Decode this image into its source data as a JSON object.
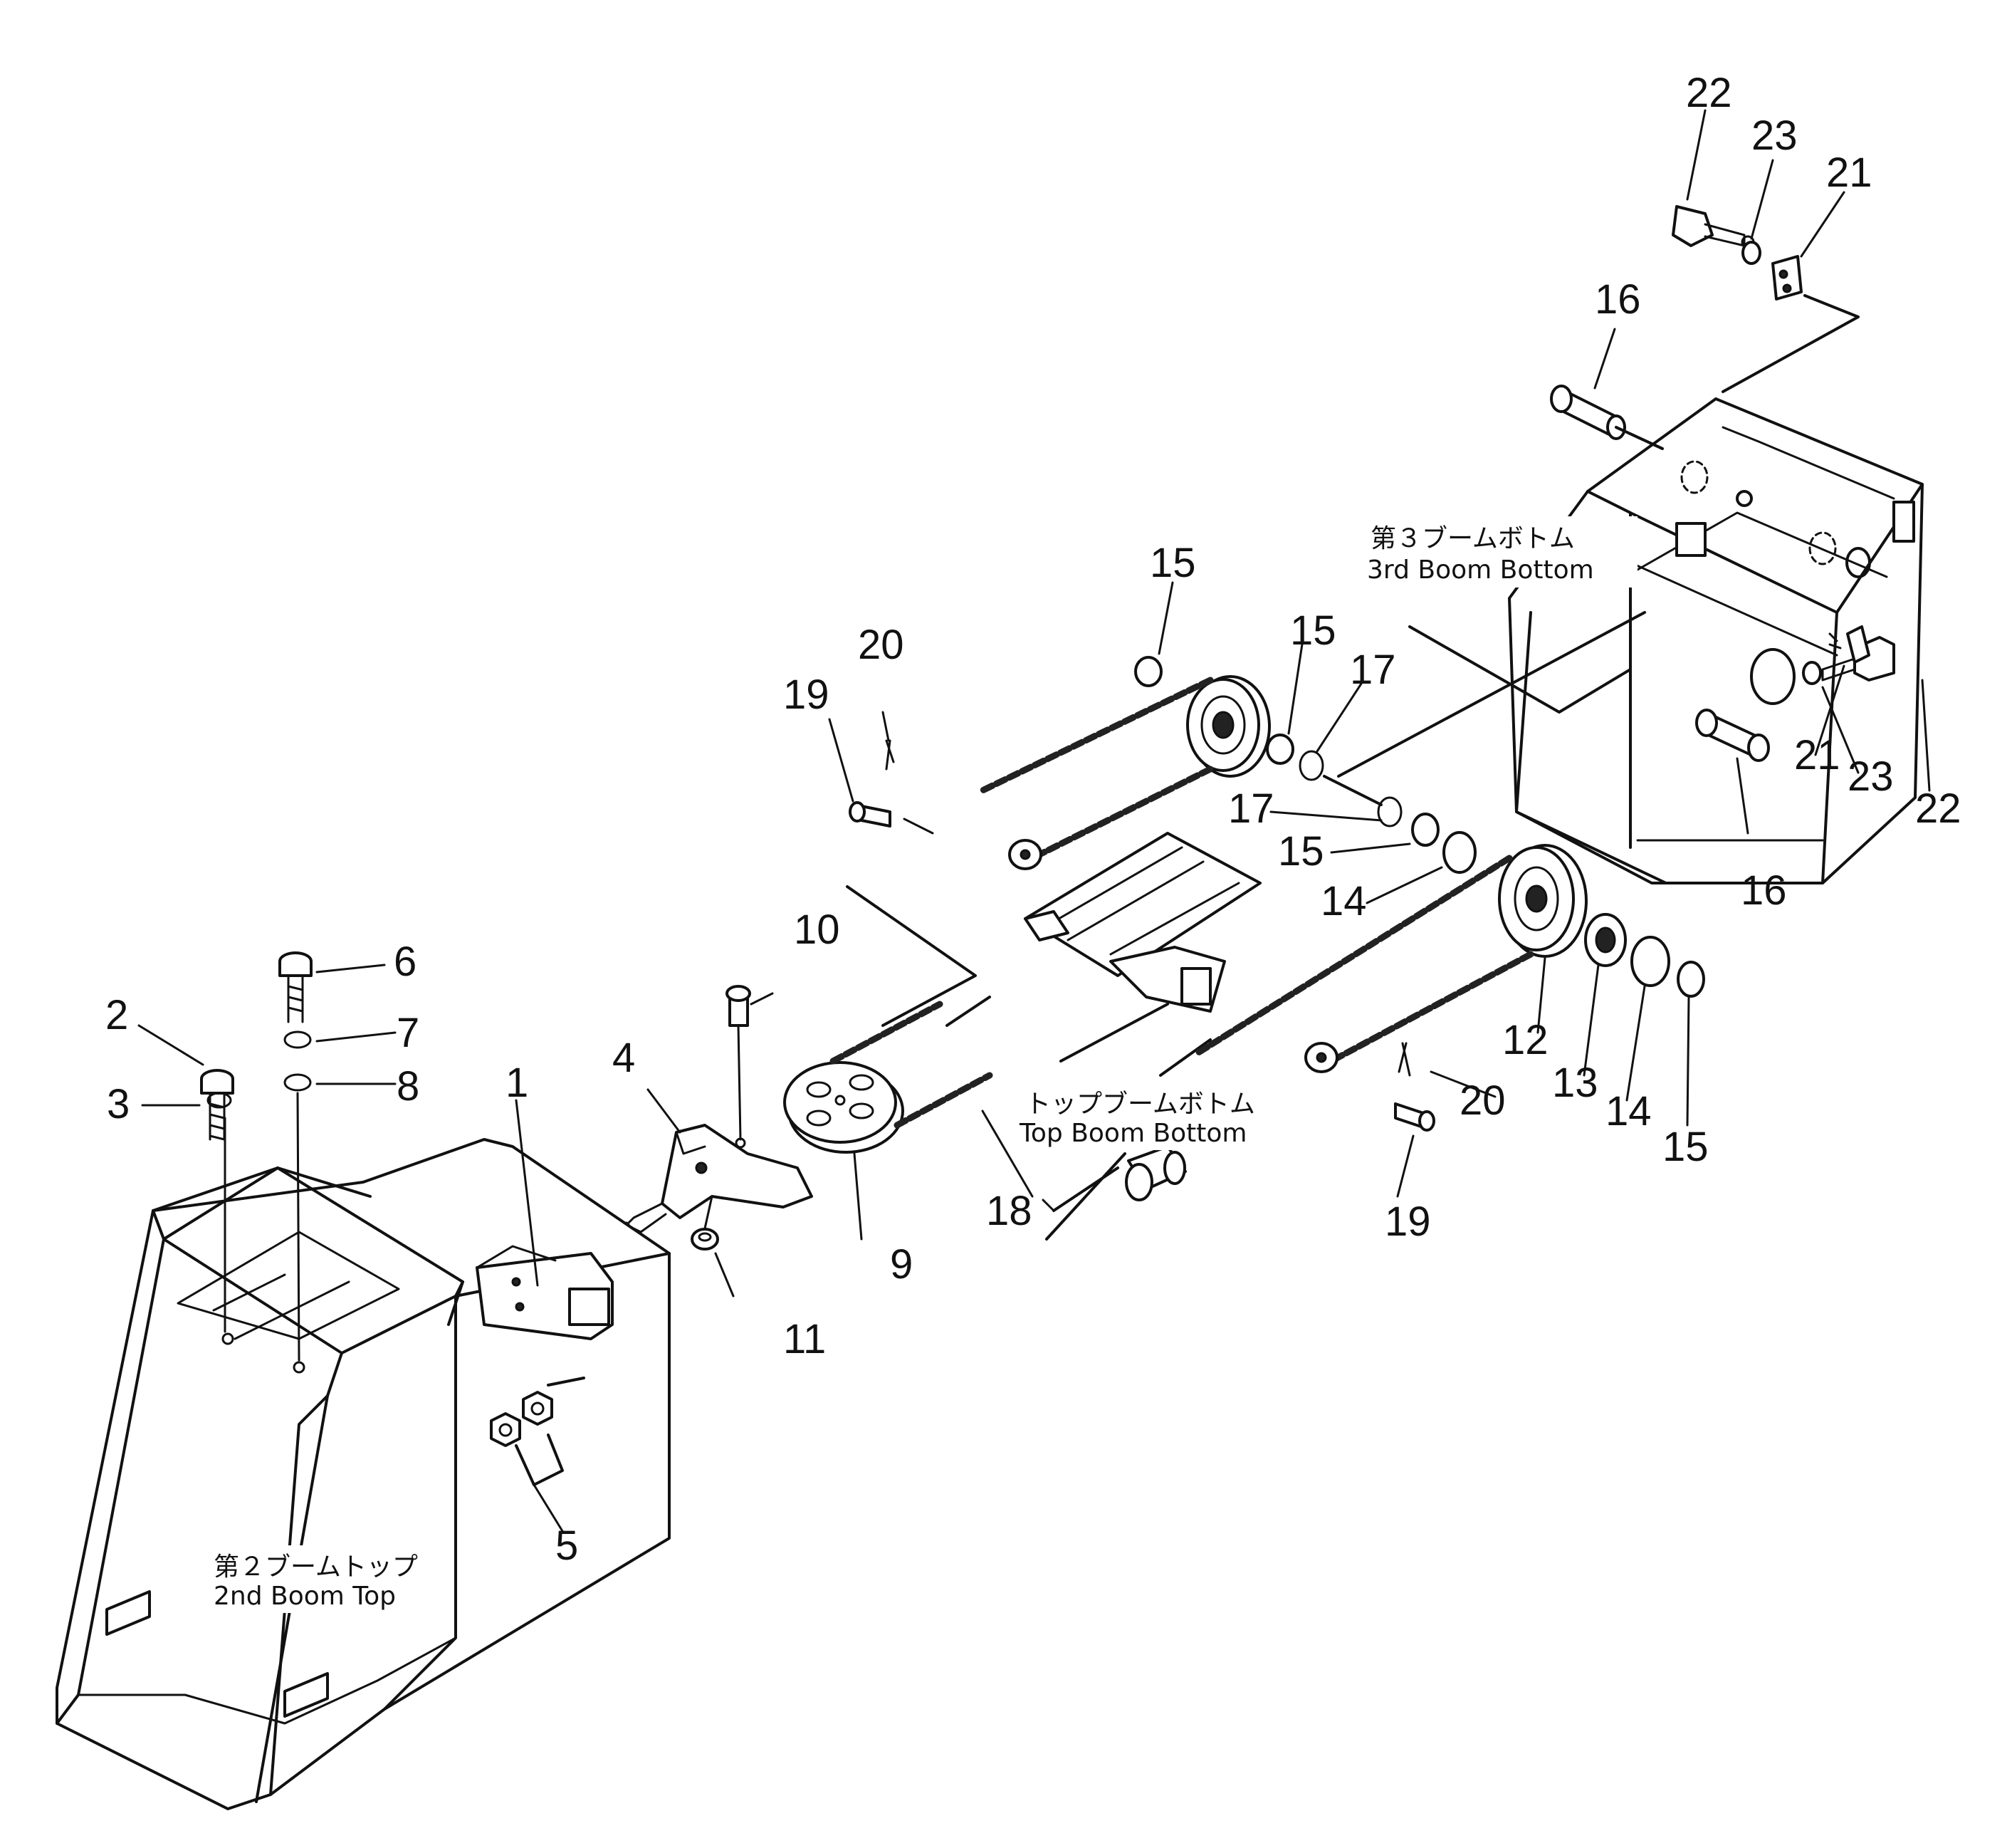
{
  "labels": {
    "third_boom_jp": "第３ブームボトム",
    "third_boom_en": "3rd Boom Bottom",
    "top_boom_jp": "トップブームボトム",
    "top_boom_en": "Top Boom Bottom",
    "second_boom_jp": "第２ブームトップ",
    "second_boom_en": "2nd Boom Top"
  },
  "part_numbers": {
    "n1": "1",
    "n2": "2",
    "n3": "3",
    "n4": "4",
    "n5": "5",
    "n6": "6",
    "n7": "7",
    "n8": "8",
    "n9": "9",
    "n10": "10",
    "n11": "11",
    "n12": "12",
    "n13": "13",
    "n14a": "14",
    "n14b": "14",
    "n15a": "15",
    "n15b": "15",
    "n15c": "15",
    "n15d": "15",
    "n16a": "16",
    "n16b": "16",
    "n17a": "17",
    "n17b": "17",
    "n18": "18",
    "n19a": "19",
    "n19b": "19",
    "n20a": "20",
    "n20b": "20",
    "n21a": "21",
    "n21b": "21",
    "n22a": "22",
    "n22b": "22",
    "n23a": "23",
    "n23b": "23"
  }
}
